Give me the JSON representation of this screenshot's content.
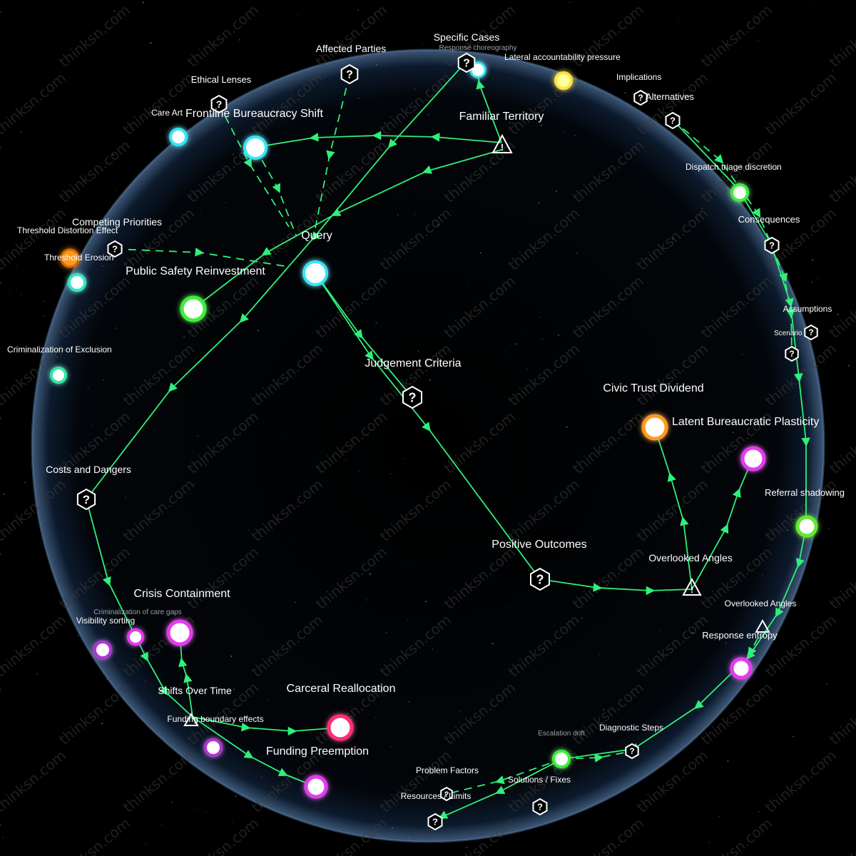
{
  "colors": {
    "background": "#000000",
    "globe": "#0f1e33",
    "edge": "#2ef07a",
    "cyan": "#bff6ff",
    "green": "#9cff7a",
    "orange": "#ff9a1f",
    "yellow": "#ffe94a",
    "magenta": "#ff5cf2",
    "pink": "#ff3b8a"
  },
  "watermark": "thinksn.com",
  "labels": {
    "query": "Query",
    "specific_cases": "Specific Cases",
    "response_choreography": "Response choreography",
    "lateral_accountability": "Lateral accountability pressure",
    "affected_parties": "Affected Parties",
    "implications": "Implications",
    "alternatives": "Alternatives",
    "ethical_lenses": "Ethical Lenses",
    "care_art": "Care Art",
    "frontline_shift": "Frontline Bureaucracy Shift",
    "familiar_territory": "Familiar Territory",
    "dispatch_triage": "Dispatch triage discretion",
    "consequences": "Consequences",
    "competing_priorities": "Competing Priorities",
    "threshold_distortion": "Threshold Distortion Effect",
    "threshold_erosion": "Threshold Erosion",
    "public_safety": "Public Safety Reinvestment",
    "assumptions": "Assumptions",
    "scenario": "Scenario",
    "criminalization_exclusion": "Criminalization of Exclusion",
    "judgement_criteria": "Judgement Criteria",
    "civic_trust": "Civic Trust Dividend",
    "latent_plasticity": "Latent Bureaucratic Plasticity",
    "costs_dangers": "Costs and Dangers",
    "referral_shadowing": "Referral shadowing",
    "positive_outcomes": "Positive Outcomes",
    "overlooked_angles_1": "Overlooked Angles",
    "crisis_containment": "Crisis Containment",
    "overlooked_angles_2": "Overlooked Angles",
    "criminalization_care_gaps": "Criminalization of care gaps",
    "visibility_sorting": "Visibility sorting",
    "response_entropy": "Response entropy",
    "shifts_over_time": "Shifts Over Time",
    "carceral_reallocation": "Carceral Reallocation",
    "funding_boundary": "Funding boundary effects",
    "escalation_drift": "Escalation drift",
    "diagnostic_steps": "Diagnostic Steps",
    "funding_preemption": "Funding Preemption",
    "problem_factors": "Problem Factors",
    "solutions_fixes": "Solutions / Fixes",
    "resources_limits": "Resources / Limits"
  }
}
